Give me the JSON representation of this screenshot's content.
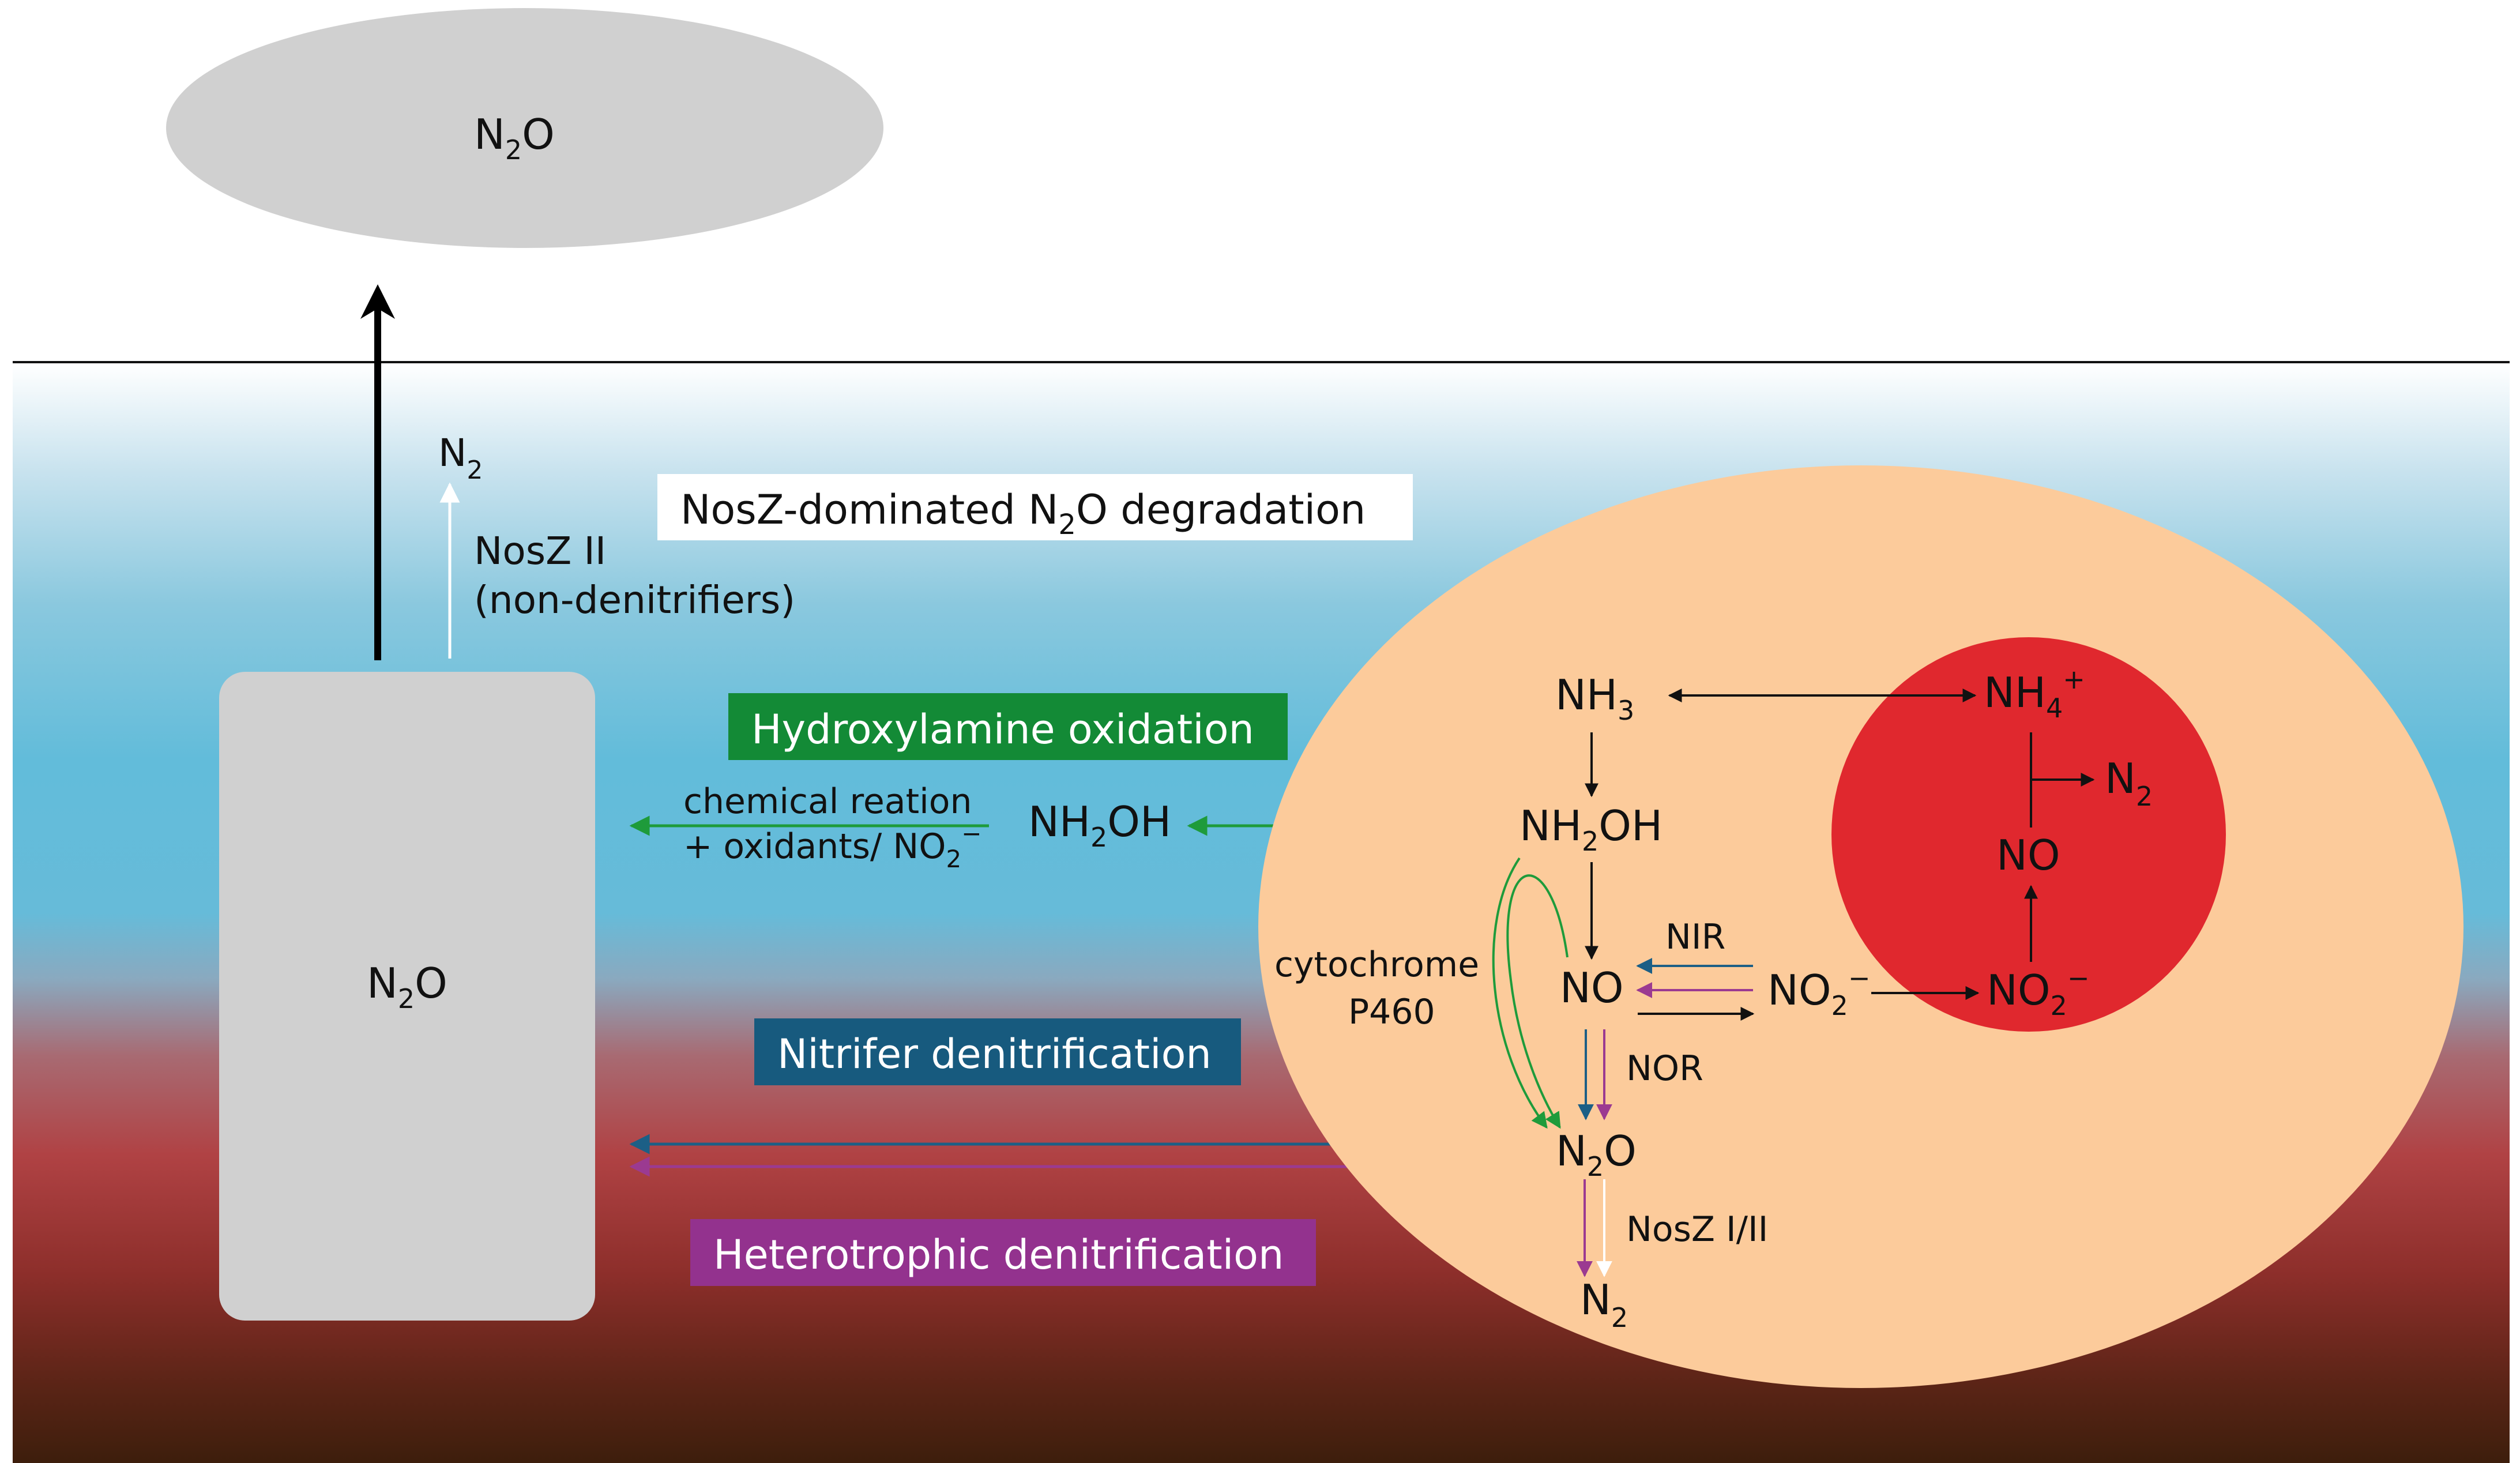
{
  "atmosphere": {
    "cloud_label": "N2O"
  },
  "sediment_pool": {
    "label": "N2O"
  },
  "upward_flux": {
    "product": "N2",
    "enzyme": "NosZ II",
    "organisms": "(non-denitrifiers)"
  },
  "badges": {
    "nosz": "NosZ-dominated N2O degradation",
    "hydroxylamine": "Hydroxylamine oxidation",
    "nitrifier": "Nitrifer denitrification",
    "heterotrophic": "Heterotrophic denitrification"
  },
  "chemical": {
    "line1": "chemical reation",
    "line2": "+ oxidants/ NO2−",
    "species": "NH2OH"
  },
  "cell": {
    "nh3": "NH3",
    "nh2oh": "NH2OH",
    "no": "NO",
    "no2": "NO2−",
    "n2o": "N2O",
    "n2": "N2",
    "cytochrome": "cytochrome",
    "p460": "P460",
    "nir": "NIR",
    "nor": "NOR",
    "nosz": "NosZ I/II"
  },
  "anammox": {
    "nh4": "NH4+",
    "n2": "N2",
    "no": "NO",
    "no2": "NO2−"
  },
  "colors": {
    "green": "#1e9b3b",
    "blue": "#1c5f86",
    "purple": "#9b3a91",
    "badge_green": "#138a36",
    "badge_blue": "#175a7e",
    "badge_purple": "#93328e",
    "cell": "#fccb9b",
    "anammox": "#e0282e",
    "gray": "#d0d0d0"
  }
}
